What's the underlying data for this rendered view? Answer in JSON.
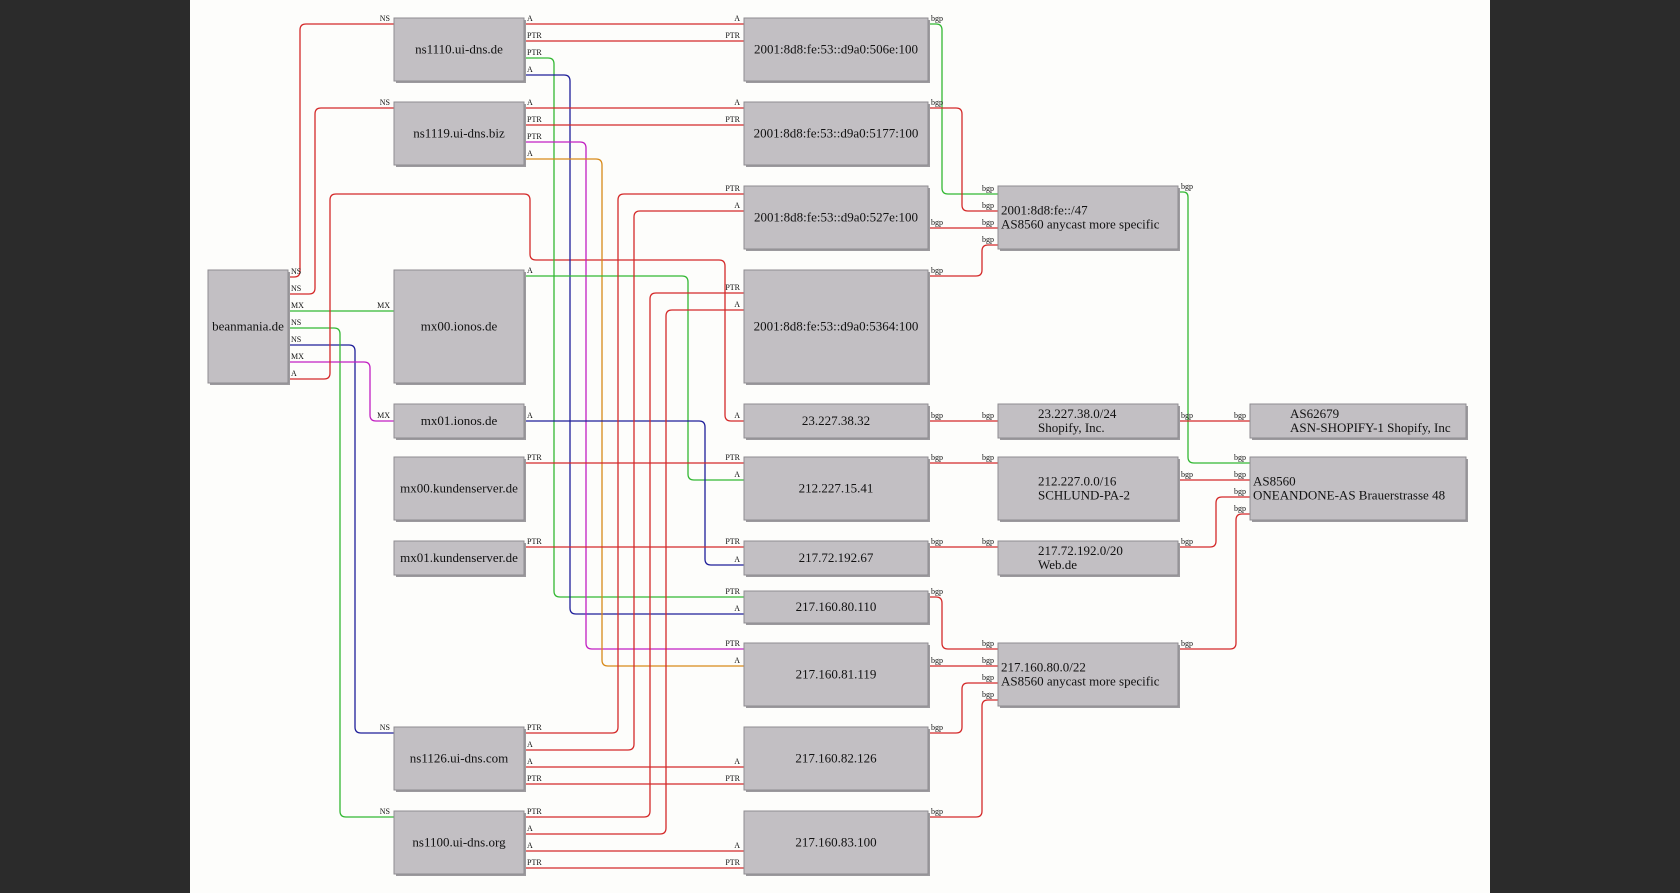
{
  "colors": {
    "red": "#d42a2a",
    "green": "#33b833",
    "blue": "#1f1f9a",
    "magenta": "#c21fc2",
    "orange": "#d88a1a"
  },
  "nodes": [
    {
      "id": "bm",
      "lines": [
        "beanmania.de"
      ]
    },
    {
      "id": "ns1110",
      "lines": [
        "ns1110.ui-dns.de"
      ]
    },
    {
      "id": "ns1119",
      "lines": [
        "ns1119.ui-dns.biz"
      ]
    },
    {
      "id": "mx00i",
      "lines": [
        "mx00.ionos.de"
      ]
    },
    {
      "id": "mx01i",
      "lines": [
        "mx01.ionos.de"
      ]
    },
    {
      "id": "mx00k",
      "lines": [
        "mx00.kundenserver.de"
      ]
    },
    {
      "id": "mx01k",
      "lines": [
        "mx01.kundenserver.de"
      ]
    },
    {
      "id": "ns1126",
      "lines": [
        "ns1126.ui-dns.com"
      ]
    },
    {
      "id": "ns1100",
      "lines": [
        "ns1100.ui-dns.org"
      ]
    },
    {
      "id": "ip506e",
      "lines": [
        "2001:8d8:fe:53::d9a0:506e:100"
      ]
    },
    {
      "id": "ip5177",
      "lines": [
        "2001:8d8:fe:53::d9a0:5177:100"
      ]
    },
    {
      "id": "ip527e",
      "lines": [
        "2001:8d8:fe:53::d9a0:527e:100"
      ]
    },
    {
      "id": "ip5364",
      "lines": [
        "2001:8d8:fe:53::d9a0:5364:100"
      ]
    },
    {
      "id": "ip2322",
      "lines": [
        "23.227.38.32"
      ]
    },
    {
      "id": "ip21222",
      "lines": [
        "212.227.15.41"
      ]
    },
    {
      "id": "ip21772",
      "lines": [
        "217.72.192.67"
      ]
    },
    {
      "id": "ip80110",
      "lines": [
        "217.160.80.110"
      ]
    },
    {
      "id": "ip81119",
      "lines": [
        "217.160.81.119"
      ]
    },
    {
      "id": "ip82126",
      "lines": [
        "217.160.82.126"
      ]
    },
    {
      "id": "ip83100",
      "lines": [
        "217.160.83.100"
      ]
    },
    {
      "id": "pfx6",
      "lines": [
        "2001:8d8:fe::/47",
        "AS8560 anycast more specific"
      ]
    },
    {
      "id": "pfxshop",
      "lines": [
        "23.227.38.0/24",
        "Shopify, Inc."
      ]
    },
    {
      "id": "pfxschl",
      "lines": [
        "212.227.0.0/16",
        "SCHLUND-PA-2"
      ]
    },
    {
      "id": "pfxweb",
      "lines": [
        "217.72.192.0/20",
        "Web.de"
      ]
    },
    {
      "id": "pfx4",
      "lines": [
        "217.160.80.0/22",
        "AS8560 anycast more specific"
      ]
    },
    {
      "id": "as62679",
      "lines": [
        "AS62679",
        "ASN-SHOPIFY-1 Shopify, Inc"
      ]
    },
    {
      "id": "as8560",
      "lines": [
        "AS8560",
        "ONEANDONE-AS Brauerstrasse 48"
      ]
    }
  ],
  "edge_labels": {
    "ns": "NS",
    "mx": "MX",
    "a": "A",
    "ptr": "PTR",
    "bgp": "bgp"
  }
}
